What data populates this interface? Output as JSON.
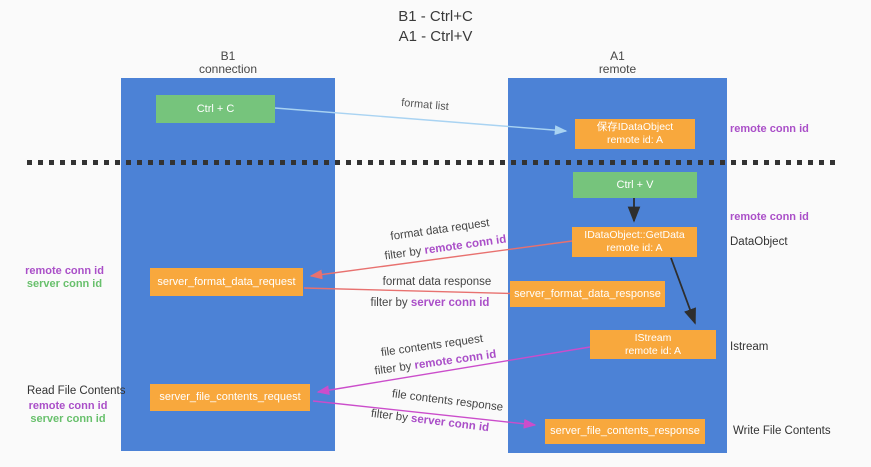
{
  "title": {
    "line1": "B1 - Ctrl+C",
    "line2": "A1 - Ctrl+V"
  },
  "columns": {
    "left": {
      "name": "B1",
      "role": "connection"
    },
    "right": {
      "name": "A1",
      "role": "remote"
    }
  },
  "nodes": {
    "ctrl_c": "Ctrl + C",
    "ctrl_v": "Ctrl + V",
    "save_dataobject": {
      "line1": "保存IDataObject",
      "line2": "remote id: A"
    },
    "getdata": {
      "line1": "IDataObject::GetData",
      "line2": "remote id: A"
    },
    "istream": {
      "line1": "IStream",
      "line2": "remote id: A"
    },
    "format_request": "server_format_data_request",
    "format_response": "server_format_data_response",
    "file_request": "server_file_contents_request",
    "file_response": "server_file_contents_response"
  },
  "side_labels": {
    "remote_conn_top": "remote conn id",
    "remote_conn_mid": "remote conn id",
    "dataobject": "DataObject",
    "istream": "Istream",
    "write_file": "Write File Contents",
    "read_file": "Read File Contents",
    "left_remote_1": "remote conn id",
    "left_server_1": "server conn id",
    "left_remote_2": "remote conn id",
    "left_server_2": "server conn id"
  },
  "flow_labels": {
    "format_list": "format list",
    "format_req": "format data request",
    "format_req_filter": {
      "prefix": "filter by ",
      "emph": "remote conn id"
    },
    "format_resp": "format data response",
    "format_resp_filter": {
      "prefix": "filter by ",
      "emph": "server conn id"
    },
    "file_req": "file contents request",
    "file_req_filter": {
      "prefix": "filter by ",
      "emph": "remote conn id"
    },
    "file_resp": "file contents response",
    "file_resp_filter": {
      "prefix": "filter by ",
      "emph": "server conn id"
    }
  },
  "colors": {
    "column_blue": "#4c82d6",
    "node_green": "#76c47c",
    "node_orange": "#f8a83d",
    "label_purple": "#aa4fc8",
    "label_green": "#68c06c",
    "arrow_red": "#e8716f",
    "arrow_magenta": "#cb4dcb",
    "arrow_lightblue": "#a9d3f2",
    "arrow_black": "#2e2e2e"
  }
}
